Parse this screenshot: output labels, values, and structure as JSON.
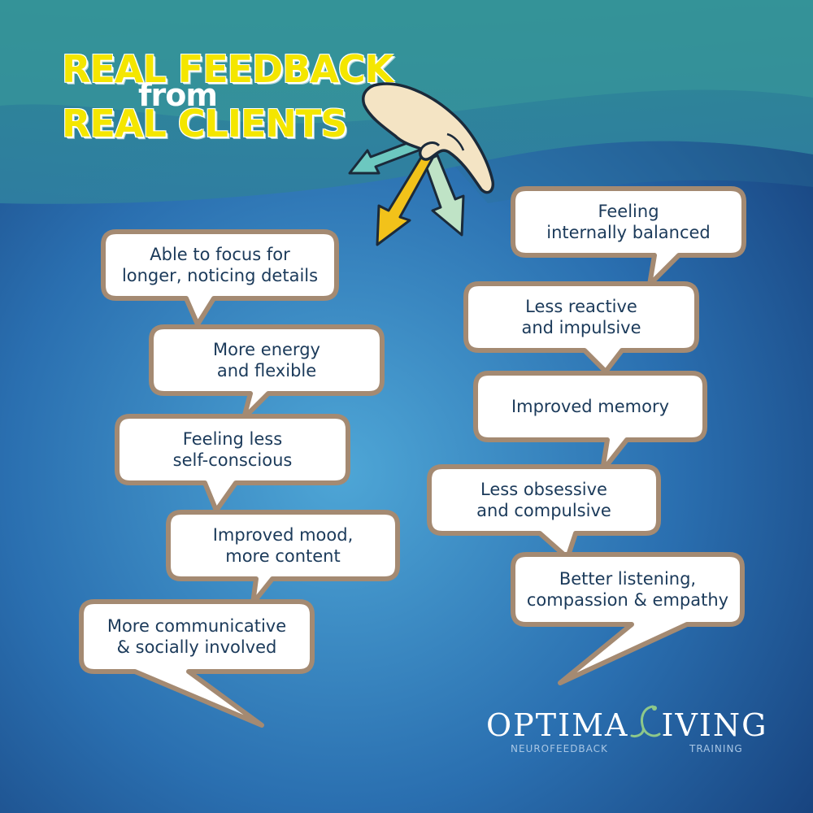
{
  "title": {
    "line1": "REAL FEEDBACK",
    "line2": "from",
    "line3": "REAL CLIENTS"
  },
  "bubbles_left": [
    {
      "text": "Able to focus for\nlonger, noticing details"
    },
    {
      "text": "More energy\nand flexible"
    },
    {
      "text": "Feeling less\nself-conscious"
    },
    {
      "text": "Improved mood,\nmore content"
    },
    {
      "text": "More communicative\n& socially involved"
    }
  ],
  "bubbles_right": [
    {
      "text": "Feeling\ninternally balanced"
    },
    {
      "text": "Less reactive\nand impulsive"
    },
    {
      "text": "Improved memory"
    },
    {
      "text": "Less obsessive\nand compulsive"
    },
    {
      "text": "Better listening,\ncompassion & empathy"
    }
  ],
  "logo": {
    "main_left": "OPTIMA",
    "main_right": "IVING",
    "sub_left": "NEUROFEEDBACK",
    "sub_right": "TRAINING"
  },
  "colors": {
    "bg_top": "#2a8a94",
    "bg_center": "#4a9fd0",
    "bg_edge": "#1a4f8a",
    "bubble_fill": "#ffffff",
    "bubble_border": "#a48a72",
    "title_yellow": "#f4e600",
    "text_dark": "#1b3a5a"
  },
  "icons": [
    "hand-pointer-icon",
    "arrow-teal-icon",
    "arrow-yellow-icon",
    "arrow-green-icon",
    "logo-swirl-icon"
  ]
}
